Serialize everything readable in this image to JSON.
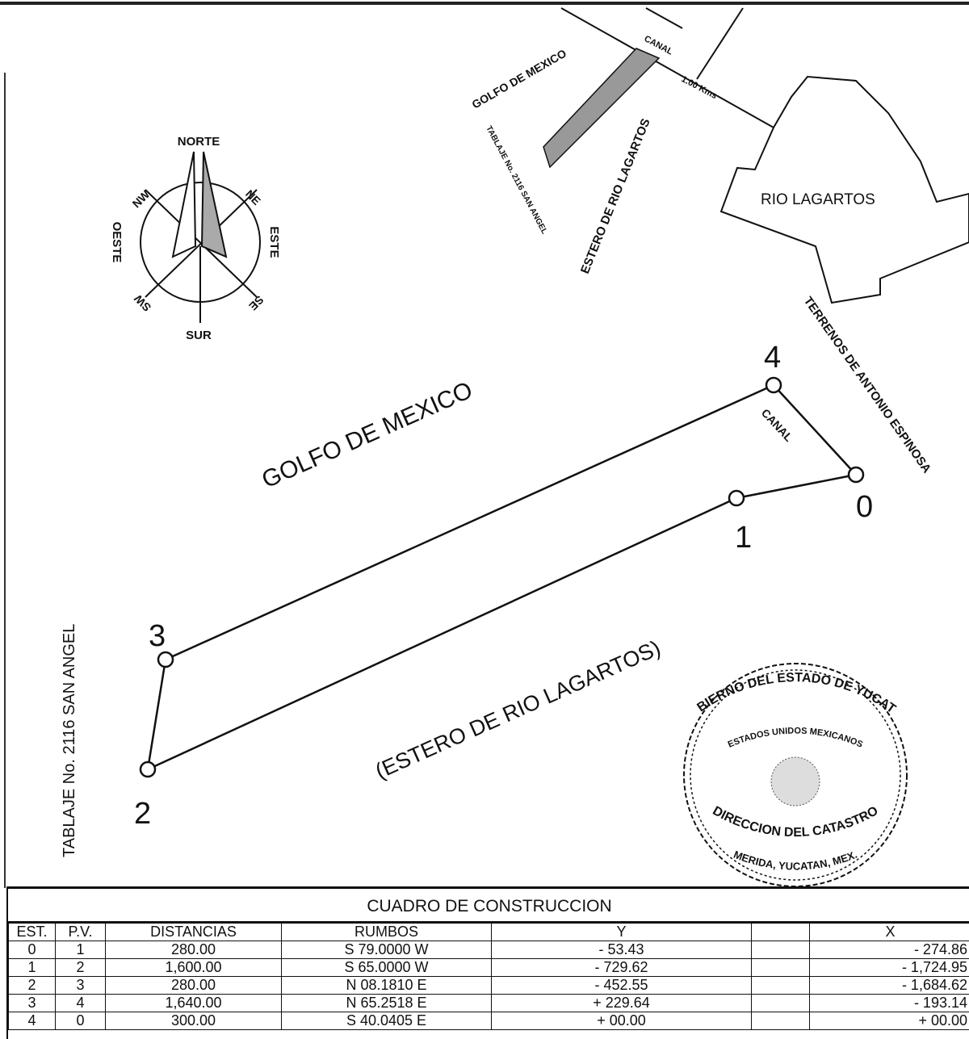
{
  "compass": {
    "north": "NORTE",
    "south": "SUR",
    "east": "ESTE",
    "west": "OESTE",
    "ne": "NE",
    "nw": "NW",
    "se": "SE",
    "sw": "SW"
  },
  "location_map": {
    "gulf": "GOLFO DE MEXICO",
    "canal": "CANAL",
    "distance": "1.00 Kms",
    "tablaje": "TABLAJE No. 2116 SAN ANGEL",
    "estero": "ESTERO DE RIO LAGARTOS",
    "town": "RIO  LAGARTOS"
  },
  "plot": {
    "gulf": "GOLFO DE MEXICO",
    "estero": "(ESTERO DE RIO LAGARTOS)",
    "tablaje": "TABLAJE No. 2116 SAN ANGEL",
    "canal": "CANAL",
    "neighbor": "TERRENOS DE ANTONIO ESPINOSA",
    "vertices": [
      {
        "label": "0"
      },
      {
        "label": "1"
      },
      {
        "label": "2"
      },
      {
        "label": "3"
      },
      {
        "label": "4"
      }
    ]
  },
  "seal": {
    "outer_top": "GOBIERNO DEL ESTADO DE YUCATAN",
    "inner": "ESTADOS UNIDOS MEXICANOS",
    "outer_bottom": "DIRECCION DEL CATASTRO",
    "city": "MERIDA, YUCATAN, MEX."
  },
  "table": {
    "title": "CUADRO DE CONSTRUCCION",
    "headers": {
      "est": "EST.",
      "pv": "P.V.",
      "dist": "DISTANCIAS",
      "rumbos": "RUMBOS",
      "y": "Y",
      "x": "X"
    },
    "rows": [
      {
        "est": "0",
        "pv": "1",
        "dist": "280.00",
        "rumbo": "S 79.0000 W",
        "y": "-  53.43",
        "x": "-  274.86"
      },
      {
        "est": "1",
        "pv": "2",
        "dist": "1,600.00",
        "rumbo": "S 65.0000 W",
        "y": "-  729.62",
        "x": "- 1,724.95"
      },
      {
        "est": "2",
        "pv": "3",
        "dist": "280.00",
        "rumbo": "N 08.1810 E",
        "y": "-  452.55",
        "x": "- 1,684.62"
      },
      {
        "est": "3",
        "pv": "4",
        "dist": "1,640.00",
        "rumbo": "N 65.2518 E",
        "y": "+  229.64",
        "x": "-  193.14"
      },
      {
        "est": "4",
        "pv": "0",
        "dist": "300.00",
        "rumbo": "S 40.0405 E",
        "y": "+  00.00",
        "x": "+  00.00"
      }
    ]
  }
}
